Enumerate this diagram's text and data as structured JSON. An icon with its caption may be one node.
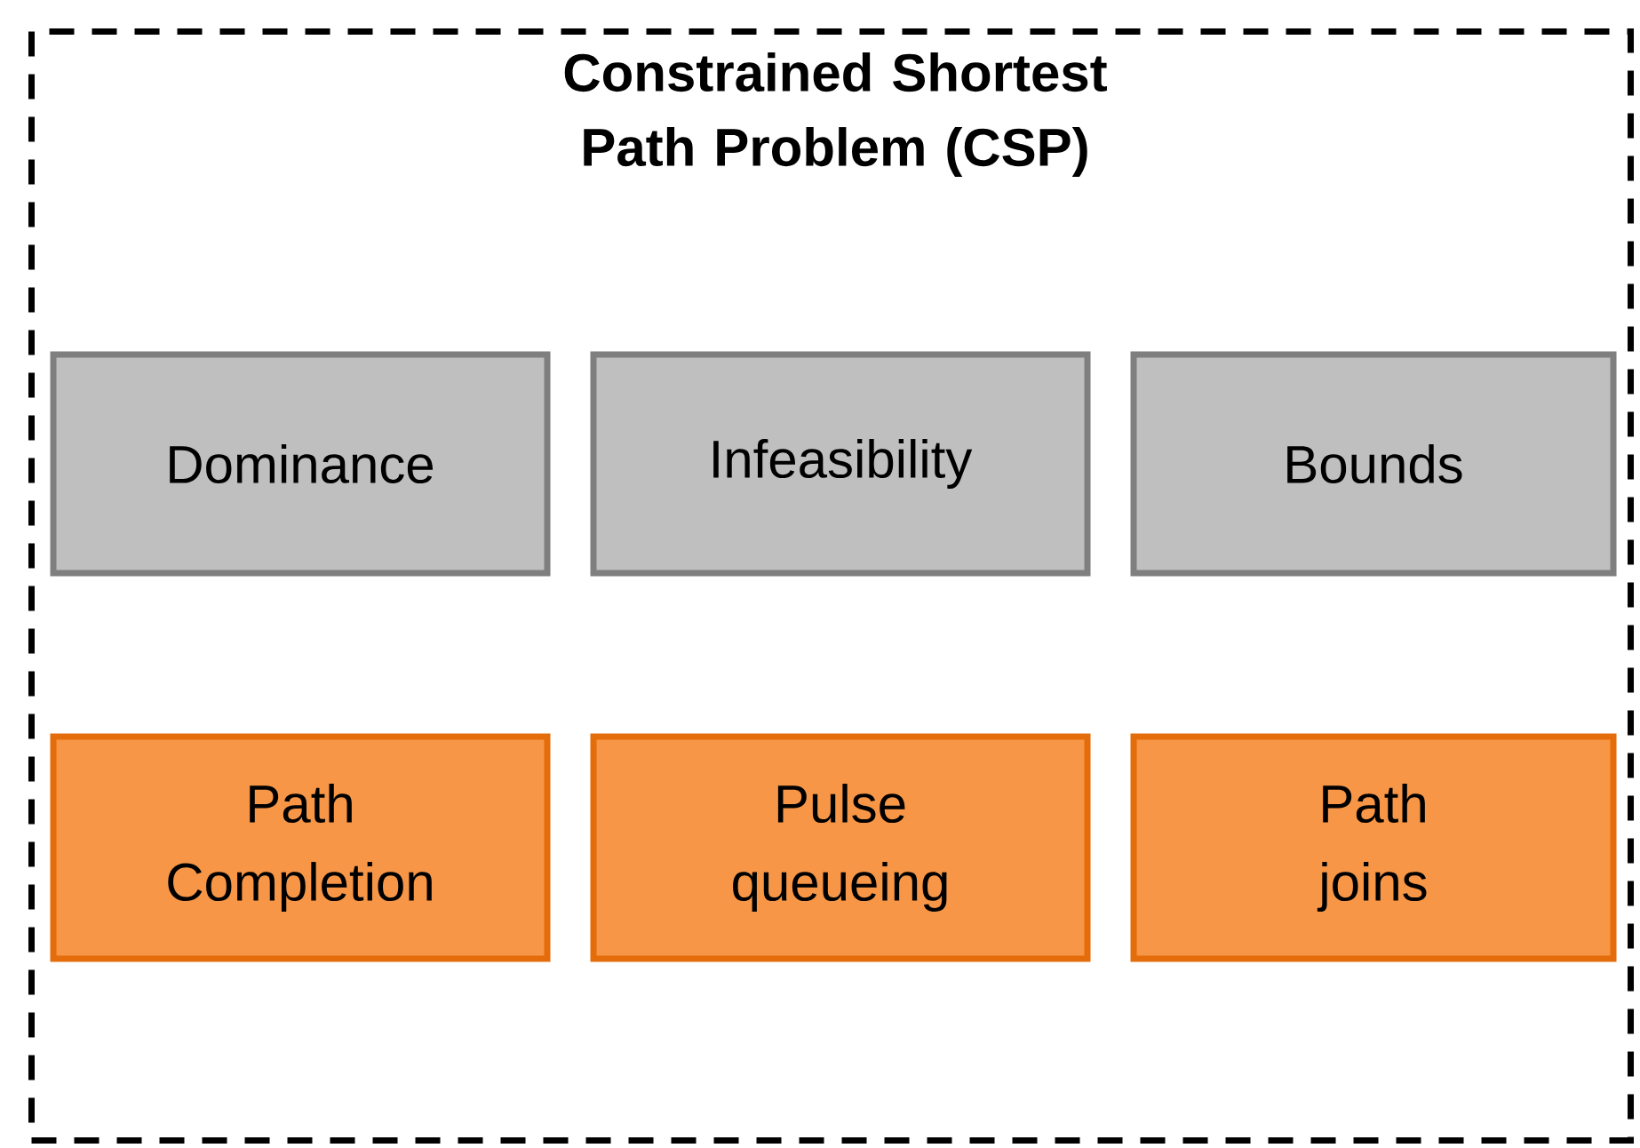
{
  "diagram": {
    "nodes": [
      {
        "text": [
          "Constrained Shortest Path Problem (CSP)"
        ]
      },
      {
        "text": [
          "Dominance"
        ],
        "in": 0
      },
      {
        "text": [
          "Infeasibility"
        ],
        "in": 0
      },
      {
        "text": [
          "Bounds"
        ],
        "in": 0
      },
      {
        "text": [
          "Path Completion"
        ],
        "in": 0
      },
      {
        "text": [
          "Pulse queueing"
        ],
        "in": 0
      },
      {
        "text": [
          "Path joins"
        ],
        "in": 0
      }
    ]
  }
}
